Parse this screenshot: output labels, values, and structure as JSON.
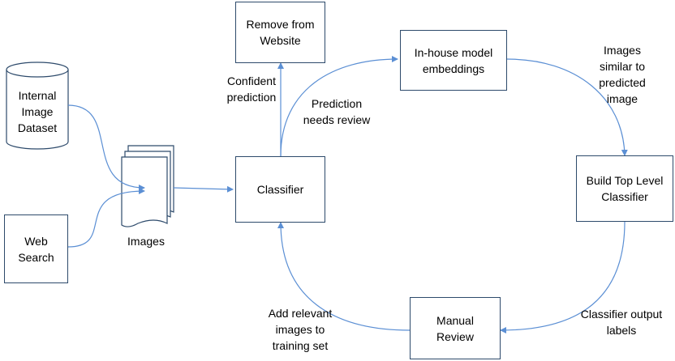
{
  "nodes": {
    "remove_from_website": "Remove from\nWebsite",
    "inhouse_embeddings": "In-house model\nembeddings",
    "internal_dataset": "Internal\nImage\nDataset",
    "classifier": "Classifier",
    "build_top_level": "Build Top Level\nClassifier",
    "web_search": "Web\nSearch",
    "images": "Images",
    "manual_review": "Manual\nReview"
  },
  "edge_labels": {
    "confident_prediction": "Confident\nprediction",
    "prediction_needs_review": "Prediction\nneeds review",
    "similar_images": "Images\nsimilar to\npredicted\nimage",
    "classifier_output_labels": "Classifier output\nlabels",
    "add_relevant_images": "Add relevant\nimages to\ntraining set"
  },
  "colors": {
    "box_border": "#2d4a6b",
    "arrow": "#5b8fd4"
  }
}
